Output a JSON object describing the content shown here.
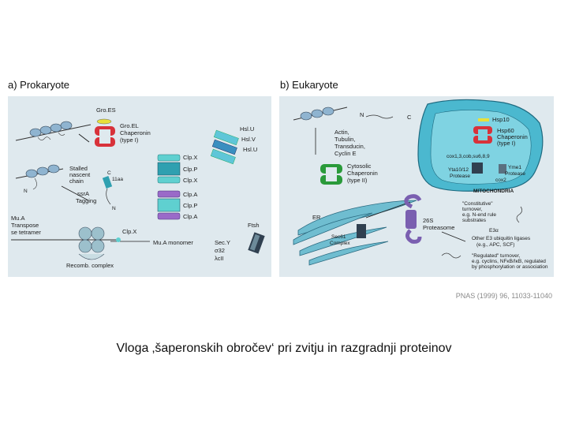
{
  "panels": {
    "prokaryote": {
      "header": "a)  Prokaryote",
      "labels": {
        "groes": "Gro.ES",
        "groel_1": "Gro.EL",
        "groel_2": "Chaperonin",
        "groel_3": "(type I)",
        "hslu": "Hsl.U",
        "hslv": "Hsl.V",
        "hslu2": "Hsl.U",
        "clpx_top": "Clp.X",
        "clpp_top": "Clp.P",
        "clpx_bot": "Clp.X",
        "clpa_top": "Clp.A",
        "clpp_bot": "Clp.P",
        "clpa_bot": "Clp.A",
        "stalled_1": "Stalled",
        "stalled_2": "nascent",
        "stalled_3": "chain",
        "n_left": "N",
        "c_label": "C",
        "aa11": "11aa",
        "n_mid": "N",
        "ssra_1": "ssrA",
        "ssra_2": "Tagging",
        "mua_1": "Mu.A",
        "mua_2": "Transpose",
        "mua_3": "se tetramer",
        "clpx_mono": "Clp.X",
        "mua_mono": "Mu.A monomer",
        "recomb": "Recomb. complex",
        "ftsh": "Ftsh",
        "secy": "Sec.Y",
        "sigma32": "σ32",
        "lambda_cii": "λcII"
      }
    },
    "eukaryote": {
      "header": "b)  Eukaryote",
      "labels": {
        "n_chain": "N",
        "c_chain": "C",
        "actin": "Actin,",
        "tubulin": "Tubulin,",
        "transducin": "Transducin,",
        "cycline": "Cyclin E",
        "cyto_1": "Cytosolic",
        "cyto_2": "Chaperonin",
        "cyto_3": "(type II)",
        "hsp10": "Hsp10",
        "hsp60_1": "Hsp60",
        "hsp60_2": "Chaperonin",
        "hsp60_3": "(type I)",
        "cox": "cox1,3,cob,su6,8,9",
        "yta_1": "Yta10/12",
        "yta_2": "Protease",
        "yme_1": "Yme1",
        "yme_2": "Protease",
        "cox2": "cox2",
        "mito": "MITOCHONDRIA",
        "er": "ER",
        "sec61_1": "Sec61",
        "sec61_2": "Complex",
        "proteasome_1": "26S",
        "proteasome_2": "Proteasome",
        "const_1": "\"Constitutive\"",
        "const_2": "turnover,",
        "const_3": "e.g. N-end rule",
        "const_4": "substrates",
        "e3a": "E3α",
        "other_1": "Other E3 ubiquitin ligases",
        "other_2": "(e.g., APC, SCF)",
        "reg_1": "\"Regulated\" turnover,",
        "reg_2": "e.g. cyclins, NFκB/IκB, regulated",
        "reg_3": "by phosphorylation or association"
      }
    }
  },
  "citation": "PNAS (1999) 96, 11033-11040",
  "caption": "Vloga ‚šaperonskih obročev‘ pri zvitju in razgradnji proteinov",
  "colors": {
    "panel_bg": "#dfe9ee",
    "groes": "#e8e03a",
    "groel": "#d8323a",
    "cyto_chaperonin": "#2a9a3a",
    "clp_cyan": "#5fd0d0",
    "clp_purple": "#8a58b8",
    "mito": "#4bb8cf",
    "proteasome": "#7a5fb0",
    "secy": "#304050"
  }
}
